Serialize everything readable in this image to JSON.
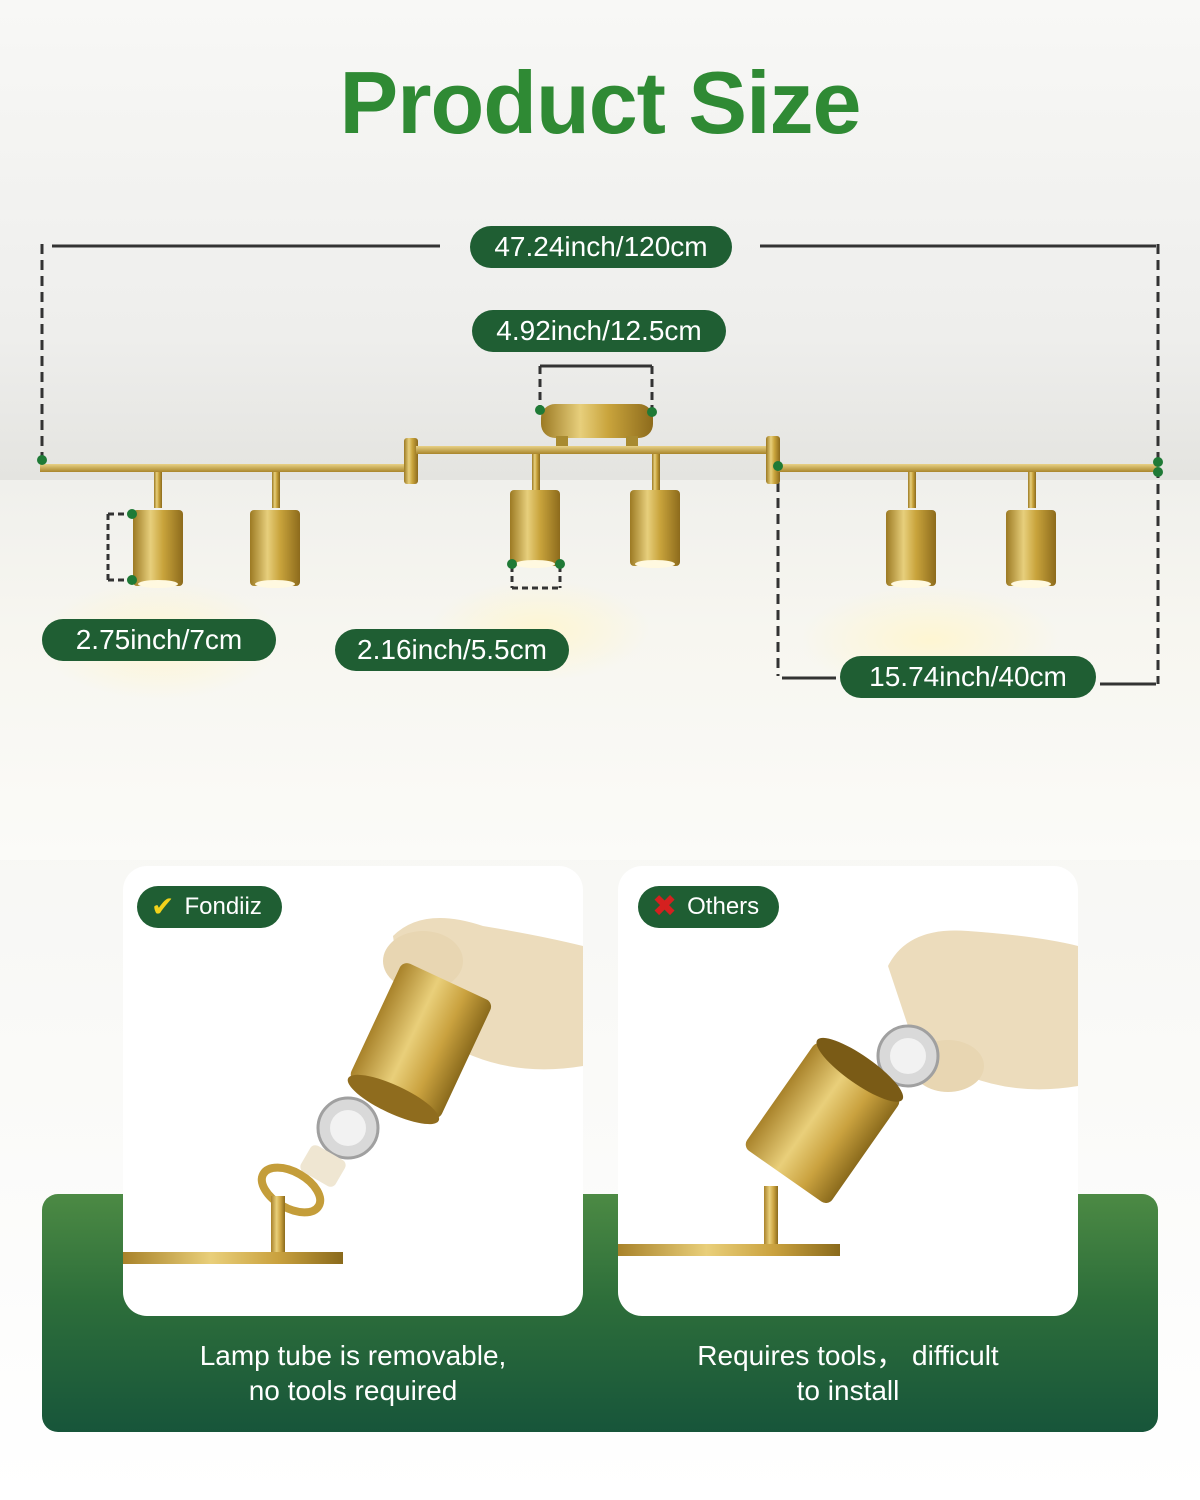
{
  "title": "Product Size",
  "dimensions": {
    "total_length": "47.24inch/120cm",
    "base_diameter": "4.92inch/12.5cm",
    "shade_height": "2.75inch/7cm",
    "shade_diameter": "2.16inch/5.5cm",
    "arm_length": "15.74inch/40cm"
  },
  "comparison": {
    "left": {
      "badge": "Fondiiz",
      "badge_icon": "check-icon",
      "caption_line1": "Lamp tube is removable,",
      "caption_line2": "no tools required"
    },
    "right": {
      "badge": "Others",
      "badge_icon": "x-icon",
      "caption_line1": "Requires tools， difficult",
      "caption_line2": "to install"
    }
  },
  "colors": {
    "title_green": "#2f8a34",
    "pill_green": "#1f5e33",
    "brass": "#c9a43c",
    "check_yellow": "#f3d21b",
    "x_red": "#d5201f"
  }
}
